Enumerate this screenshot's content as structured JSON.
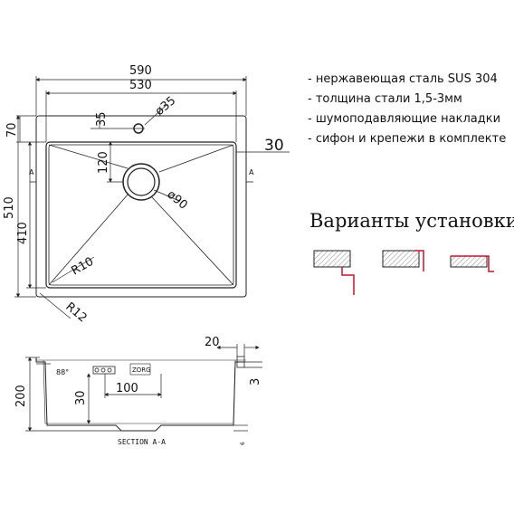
{
  "dimensions": {
    "width_outer": "590",
    "width_inner": "530",
    "drain_offset_35": "35",
    "drain_diameter_small": "ø35",
    "top_70": "70",
    "side_30": "30",
    "drain_offset_120": "120",
    "drain_diameter_90": "ø90",
    "height_outer": "510",
    "height_inner": "410",
    "radius_inner": "R10",
    "radius_outer": "R12",
    "section_marker": "A",
    "section_title": "SECTION A-A",
    "depth": "200",
    "angle": "88°",
    "bottom_30": "30",
    "bottom_100": "100",
    "flange_20": "20",
    "flange_3": "3",
    "slope_6": "6"
  },
  "specs": [
    "- нержавеющая сталь SUS 304",
    "- толщина стали 1,5-3мм",
    "- шумоподавляющие накладки",
    "- сифон и крепежи в комплекте"
  ],
  "install": {
    "title": "Варианты установки"
  },
  "logo_text": "ZORG",
  "colors": {
    "line": "#222222",
    "accent": "#c8102e",
    "hatch_fill": "#cccccc"
  }
}
